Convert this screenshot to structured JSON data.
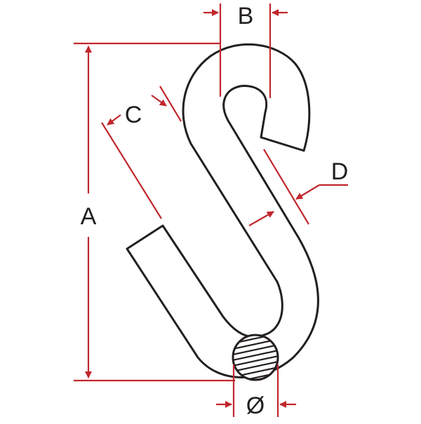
{
  "dimensions": {
    "A": "A",
    "B": "B",
    "C": "C",
    "D": "D",
    "diameter": "Ø"
  },
  "colors": {
    "outline": "#231f20",
    "dimension": "#c1272d",
    "background": "#ffffff"
  }
}
